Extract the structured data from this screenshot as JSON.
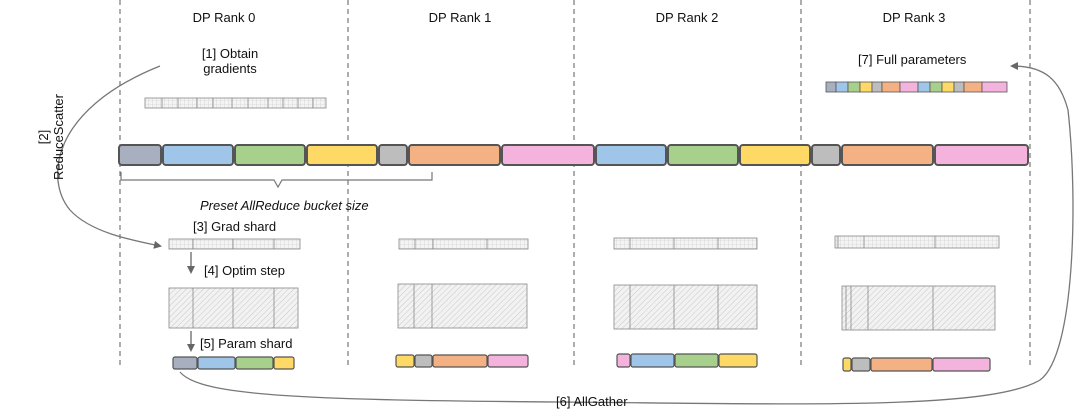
{
  "ranks": [
    "DP Rank 0",
    "DP Rank 1",
    "DP Rank 2",
    "DP Rank 3"
  ],
  "steps": {
    "obtain_gradients_line1": "[1] Obtain",
    "obtain_gradients_line2": "gradients",
    "reduce_scatter_line1": "[2]",
    "reduce_scatter_line2": "ReduceScatter",
    "grad_shard": "[3] Grad shard",
    "optim_step": "[4] Optim step",
    "param_shard": "[5] Param shard",
    "all_gather": "[6] AllGather",
    "full_parameters": "[7] Full parameters"
  },
  "bucket_label": "Preset AllReduce bucket size",
  "colors": {
    "gray_blue": "#a8b0c0",
    "blue": "#9fc5e8",
    "green": "#a8d08d",
    "yellow": "#ffd966",
    "gray": "#bdbdbd",
    "orange": "#f4b183",
    "pink": "#f4b3dc",
    "hatch": "#e8e8e8",
    "border": "#555555",
    "arrow": "#666666"
  }
}
